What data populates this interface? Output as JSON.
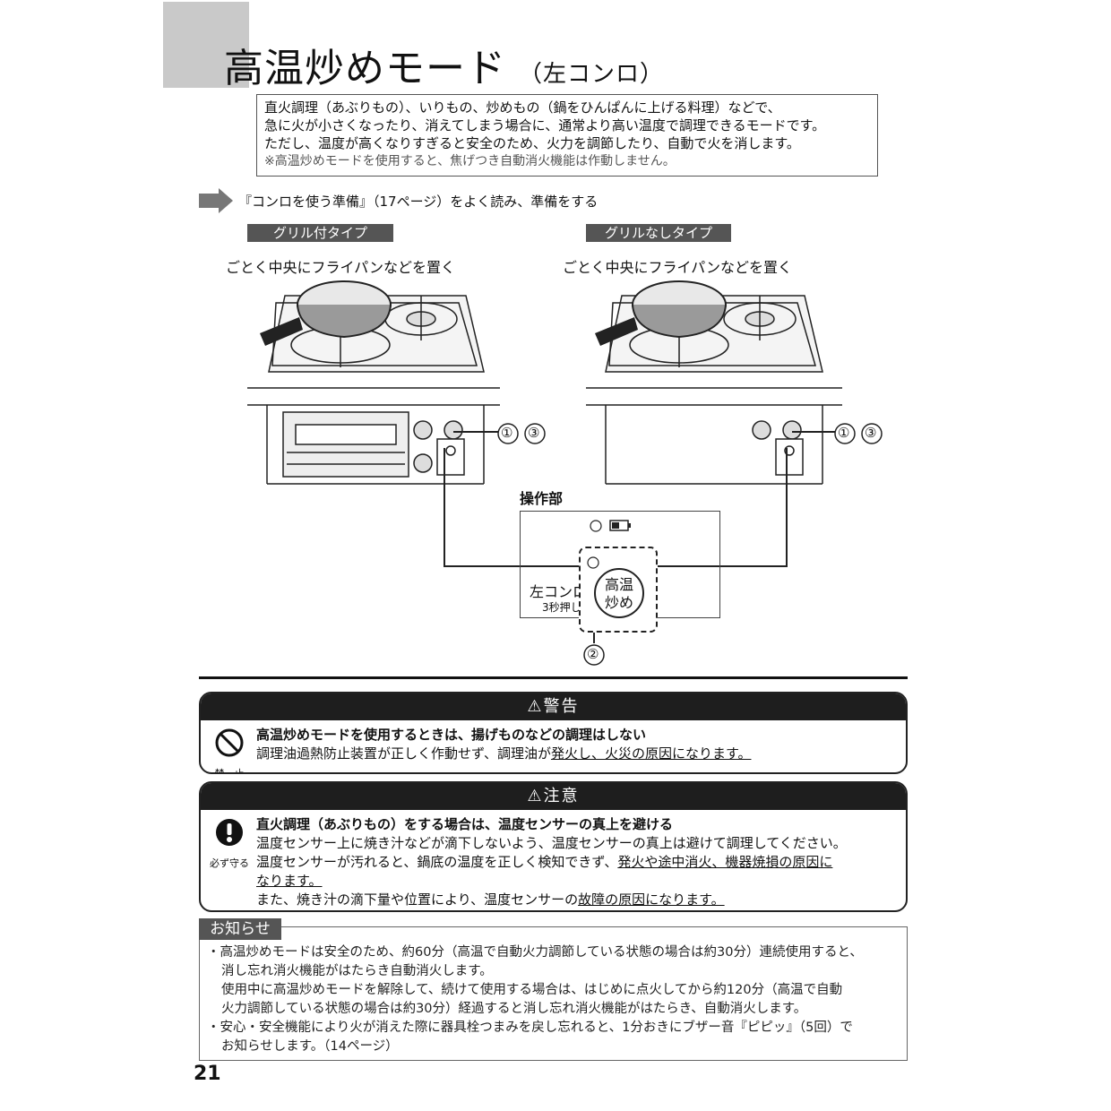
{
  "title": {
    "main": "高温炒めモード",
    "sub": "（左コンロ）"
  },
  "intro": {
    "line1": "直火調理（あぶりもの）、いりもの、炒めもの（鍋をひんぱんに上げる料理）などで、",
    "line2": "急に火が小さくなったり、消えてしまう場合に、通常より高い温度で調理できるモードです。",
    "line3": "ただし、温度が高くなりすぎると安全のため、火力を調節したり、自動で火を消します。",
    "note": "※高温炒めモードを使用すると、焦げつき自動消火機能は作動しません。"
  },
  "prep": "『コンロを使う準備』（17ページ）をよく読み、準備をする",
  "types": {
    "left_tag": "グリル付タイプ",
    "right_tag": "グリルなしタイプ",
    "left_caption": "ごとく中央にフライパンなどを置く",
    "right_caption": "ごとく中央にフライパンなどを置く",
    "callout_1": "①",
    "callout_3": "③",
    "callout_2": "②"
  },
  "panel": {
    "label": "操作部",
    "left_text": "左コンロ",
    "press_text": "3秒押し",
    "button_line1": "高温",
    "button_line2": "炒め"
  },
  "warning": {
    "header": "⚠警告",
    "icon_label": "禁　止",
    "heading": "高温炒めモードを使用するときは、揚げものなどの調理はしない",
    "text_a": "調理油過熱防止装置が正しく作動せず、調理油が",
    "text_u": "発火し、火災の原因になります。"
  },
  "caution": {
    "header": "⚠注意",
    "icon_label": "必ず守る",
    "heading": "直火調理（あぶりもの）をする場合は、温度センサーの真上を避ける",
    "line1": "温度センサー上に焼き汁などが滴下しないよう、温度センサーの真上は避けて調理してください。",
    "line2a": "温度センサーが汚れると、鍋底の温度を正しく検知できず、",
    "line2u": "発火や途中消火、機器焼損の原因に",
    "line3u": "なります。",
    "line4a": "また、焼き汁の滴下量や位置により、温度センサーの",
    "line4u": "故障の原因になります。"
  },
  "oshirase": {
    "tag": "お知らせ",
    "l1": "・高温炒めモードは安全のため、約60分（高温で自動火力調節している状態の場合は約30分）連続使用すると、",
    "l2": "消し忘れ消火機能がはたらき自動消火します。",
    "l3": "使用中に高温炒めモードを解除して、続けて使用する場合は、はじめに点火してから約120分（高温で自動",
    "l4": "火力調節している状態の場合は約30分）経過すると消し忘れ消火機能がはたらき、自動消火します。",
    "l5": "・安心・安全機能により火が消えた際に器具栓つまみを戻し忘れると、1分おきにブザー音『ピピッ』（5回）で",
    "l6": "お知らせします。（14ページ）"
  },
  "page_number": "21"
}
